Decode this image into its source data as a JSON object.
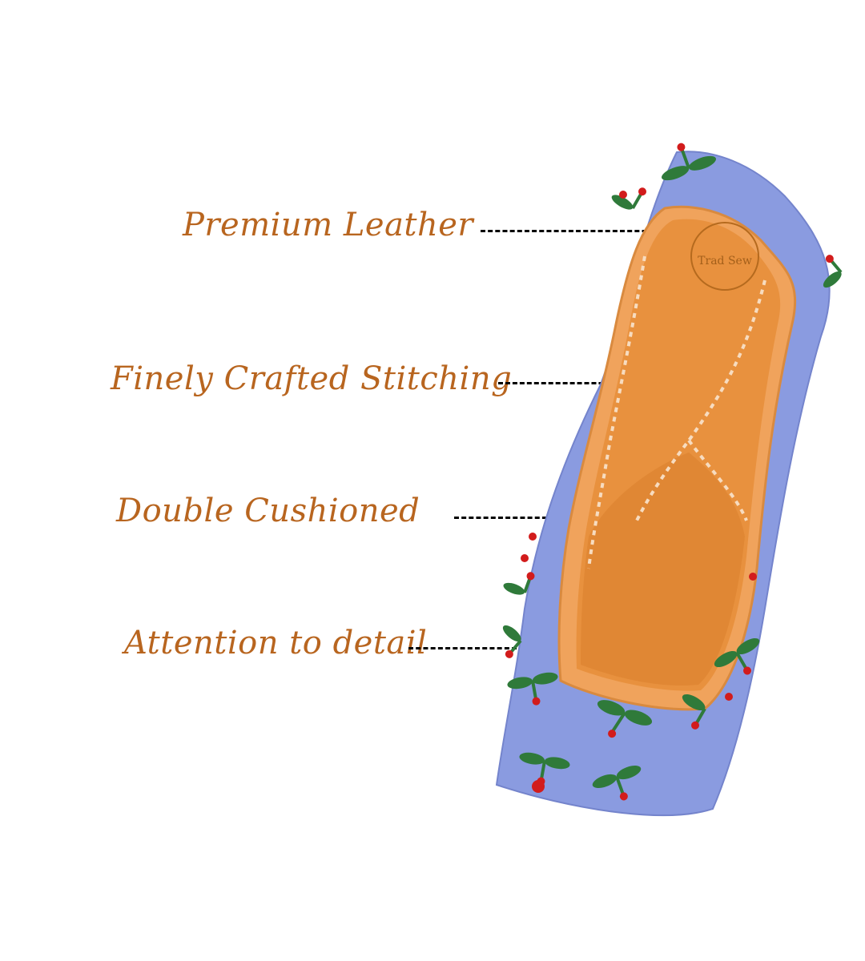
{
  "callouts": [
    {
      "label": "Premium Leather"
    },
    {
      "label": "Finely Crafted Stitching"
    },
    {
      "label": "Double Cushioned"
    },
    {
      "label": "Attention to detail"
    }
  ],
  "logo": {
    "text": "Trad Sew"
  },
  "colors": {
    "label": "#b8651f",
    "leader": "#000000",
    "fabric": "#8a9be0",
    "leather": "#e8913e",
    "leaf": "#2f7a3a",
    "bead": "#d21c1c"
  }
}
